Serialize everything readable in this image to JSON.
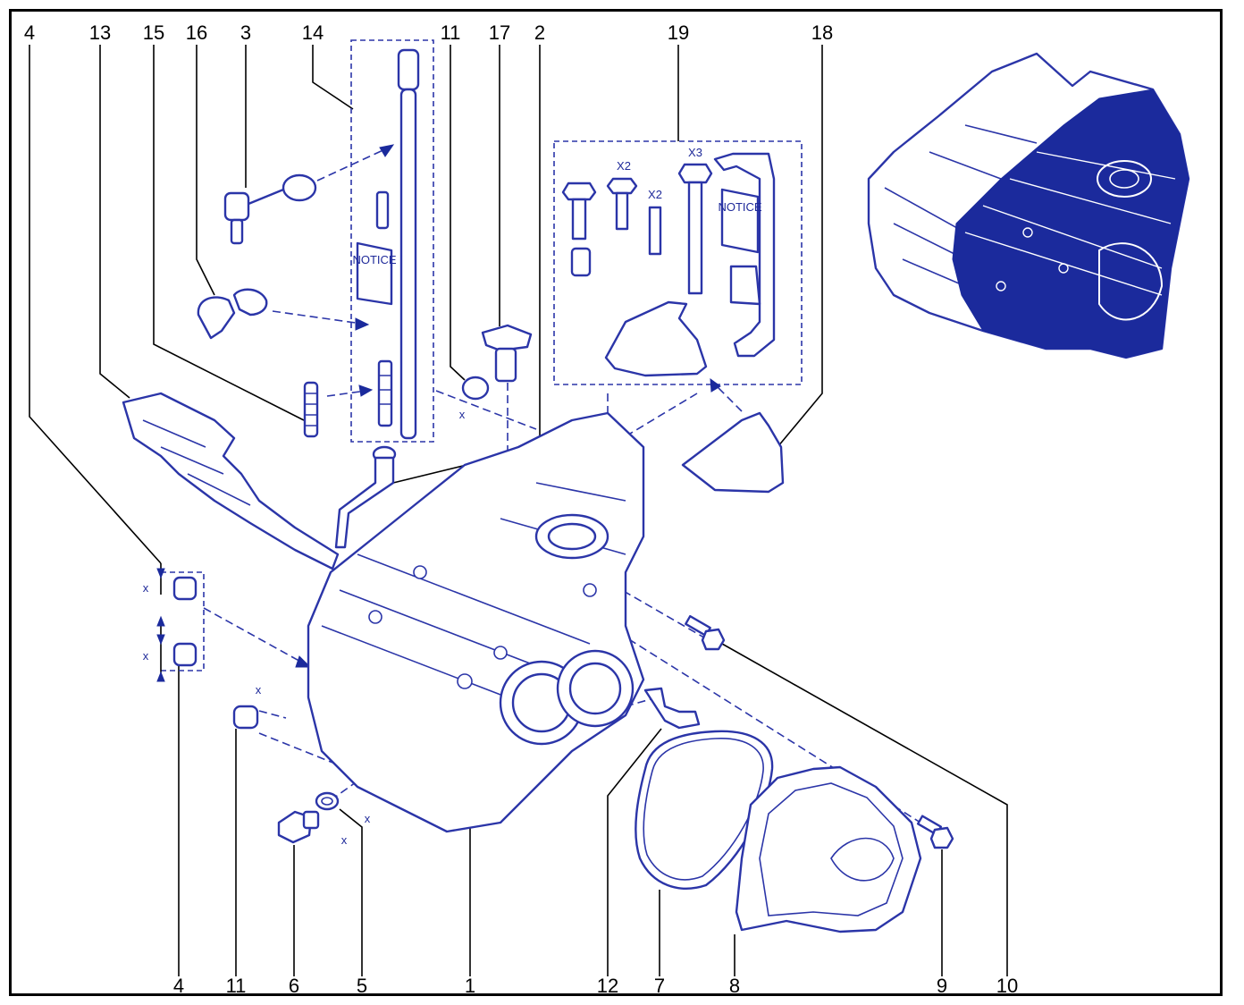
{
  "labels_top": [
    "4",
    "13",
    "15",
    "16",
    "3",
    "14",
    "11",
    "17",
    "2",
    "19",
    "18"
  ],
  "labels_bottom": [
    "4",
    "11",
    "6",
    "5",
    "1",
    "12",
    "7",
    "8",
    "9",
    "10"
  ],
  "annotations": {
    "x2_bolt": "X2",
    "x2_stud": "X2",
    "x3_nut": "X3",
    "notice_left": "NOTICE",
    "notice_right": "NOTICE",
    "x": "x"
  },
  "colors": {
    "line": "#2b35a8",
    "fill_dark": "#1b2a9c",
    "frame": "#000000"
  }
}
